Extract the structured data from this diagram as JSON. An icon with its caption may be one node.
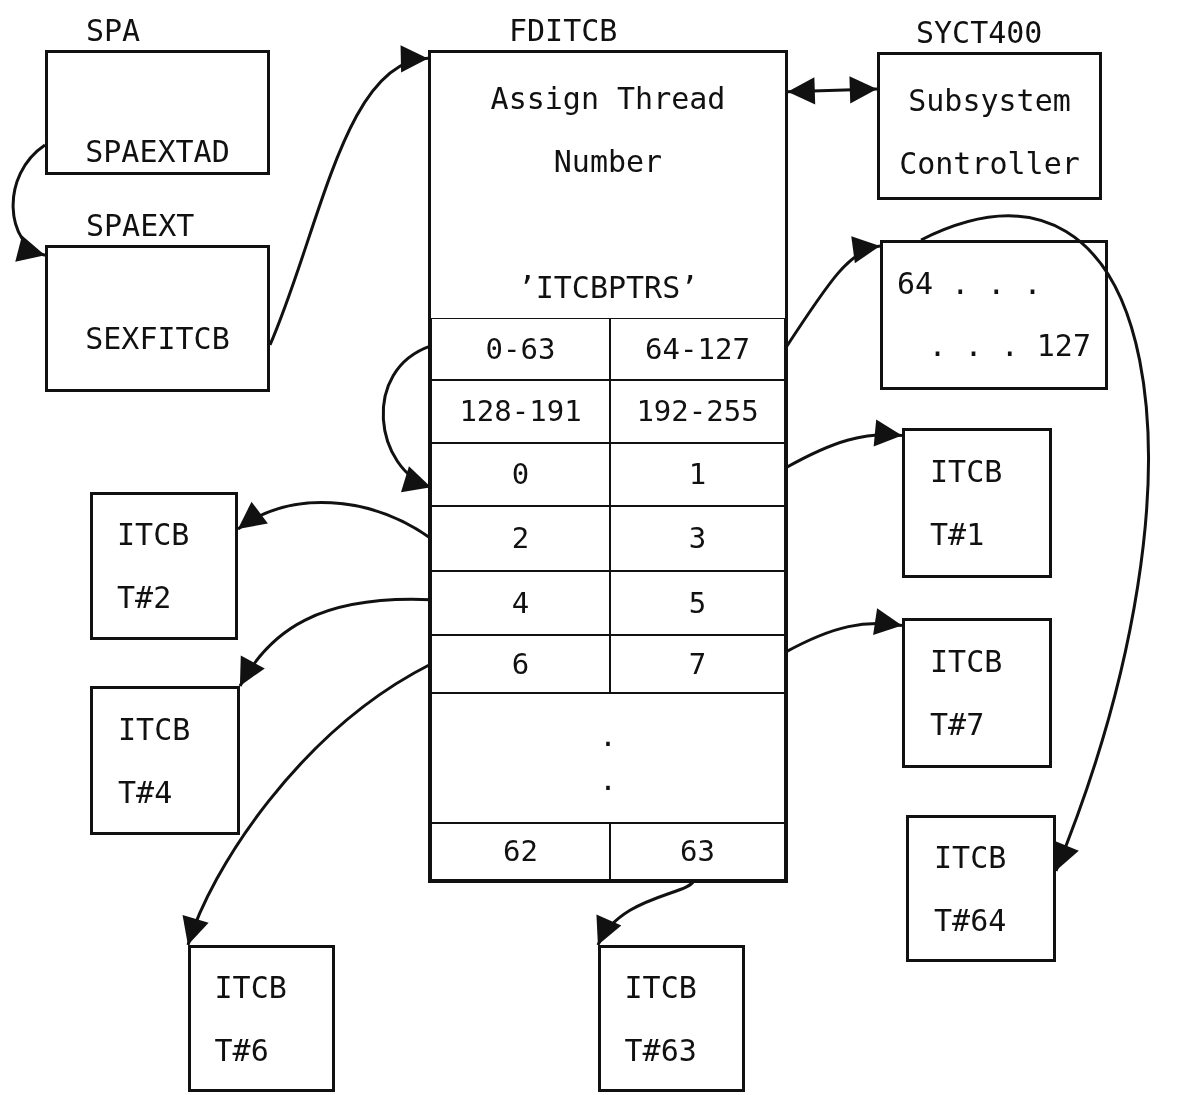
{
  "diagram": {
    "nodes": [
      {
        "text": [
          "SPA",
          "SPAEXTAD"
        ]
      },
      {
        "text": [
          "SPAEXT",
          "SEXFITCB"
        ]
      },
      {
        "text": [
          "FDITCB",
          "Assign Thread Number",
          "’ITCBPTRS’"
        ]
      },
      {
        "text": [
          "0-63"
        ],
        "in": 2
      },
      {
        "text": [
          "64-127"
        ],
        "in": 2
      },
      {
        "text": [
          "128-191"
        ],
        "in": 2
      },
      {
        "text": [
          "192-255"
        ],
        "in": 2
      },
      {
        "text": [
          "0"
        ],
        "in": 2
      },
      {
        "text": [
          "1"
        ],
        "in": 2
      },
      {
        "text": [
          "2"
        ],
        "in": 2
      },
      {
        "text": [
          "3"
        ],
        "in": 2
      },
      {
        "text": [
          "4"
        ],
        "in": 2
      },
      {
        "text": [
          "5"
        ],
        "in": 2
      },
      {
        "text": [
          "6"
        ],
        "in": 2
      },
      {
        "text": [
          "7"
        ],
        "in": 2
      },
      {
        "text": [
          ".",
          "."
        ],
        "in": 2
      },
      {
        "text": [
          "62"
        ],
        "in": 2
      },
      {
        "text": [
          "63"
        ],
        "in": 2
      },
      {
        "text": [
          "SYCT400",
          "Subsystem Controller"
        ]
      },
      {
        "text": [
          "64 . . .",
          ". . . 127"
        ]
      },
      {
        "text": [
          "ITCB T#1"
        ]
      },
      {
        "text": [
          "ITCB T#2"
        ]
      },
      {
        "text": [
          "ITCB T#7"
        ]
      },
      {
        "text": [
          "ITCB T#4"
        ]
      },
      {
        "text": [
          "ITCB T#64"
        ]
      },
      {
        "text": [
          "ITCB T#6"
        ]
      },
      {
        "text": [
          "ITCB T#63"
        ]
      }
    ],
    "edges": [
      {
        "from": 0,
        "to": 1,
        "arrow": "to"
      },
      {
        "from": 1,
        "to": 2,
        "arrow": "to"
      },
      {
        "from": 2,
        "to": 18,
        "arrow": "both"
      },
      {
        "from": 4,
        "to": 19,
        "arrow": "to"
      },
      {
        "from": 3,
        "to": 7,
        "arrow": "to"
      },
      {
        "from": 19,
        "to": 24,
        "arrow": "to"
      },
      {
        "from": 8,
        "to": 20,
        "arrow": "to"
      },
      {
        "from": 9,
        "to": 21,
        "arrow": "to"
      },
      {
        "from": 11,
        "to": 23,
        "arrow": "to"
      },
      {
        "from": 14,
        "to": 22,
        "arrow": "to"
      },
      {
        "from": 13,
        "to": 25,
        "arrow": "to"
      },
      {
        "from": 17,
        "to": 26,
        "arrow": "to"
      }
    ]
  }
}
